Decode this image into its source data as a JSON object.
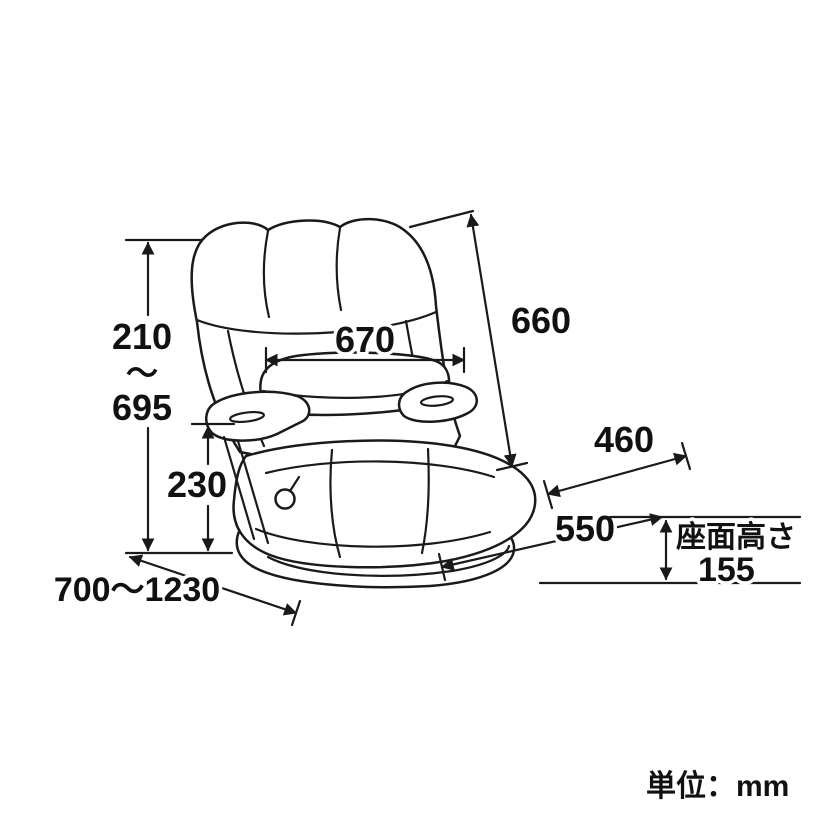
{
  "diagram": {
    "unit_note": "単位：mm",
    "dimensions": {
      "height_min": "210",
      "height_wave": "〜",
      "height_max": "695",
      "armrest_height": "230",
      "backrest_width": "670",
      "backrest_length": "660",
      "seat_depth": "460",
      "seat_width": "550",
      "seat_surface_label": "座面高さ",
      "seat_surface_height": "155",
      "depth_range": "700〜1230"
    },
    "colors": {
      "line": "#1a1a1a",
      "background": "#ffffff"
    }
  }
}
